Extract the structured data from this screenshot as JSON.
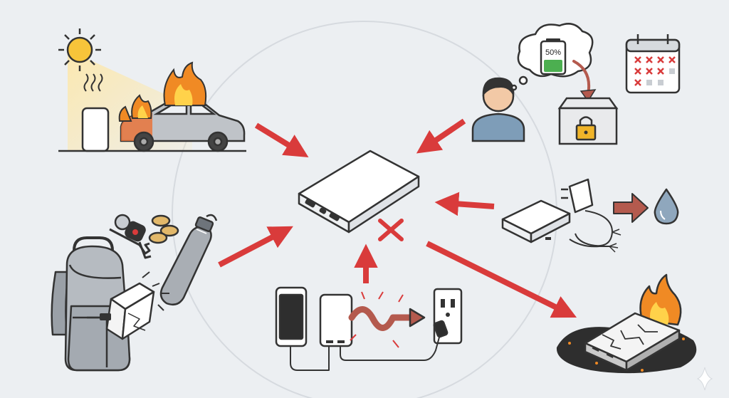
{
  "diagram": {
    "center": {
      "label": "",
      "icon": "power-bank-icon"
    },
    "hazards": [
      {
        "id": "heat",
        "icon": "hot-car-in-sun-icon"
      },
      {
        "id": "storage",
        "icon": "storage-at-half-charge-icon"
      },
      {
        "id": "damaged-charger",
        "icon": "damaged-charger-cable-water-icon"
      },
      {
        "id": "overheating-failure",
        "icon": "burning-cracked-power-bank-icon"
      },
      {
        "id": "pass-through-charging",
        "icon": "charging-while-charging-icon"
      },
      {
        "id": "backpack-impact",
        "icon": "backpack-with-metal-objects-icon"
      }
    ],
    "battery_percent_label": "50%",
    "colors": {
      "arrow": "#d93b3b",
      "background": "#eceff2",
      "outline": "#333333",
      "flame": "#f08a24",
      "flame_inner": "#ffd24a",
      "battery_green": "#4caf50",
      "water": "#8fa7bd"
    }
  }
}
